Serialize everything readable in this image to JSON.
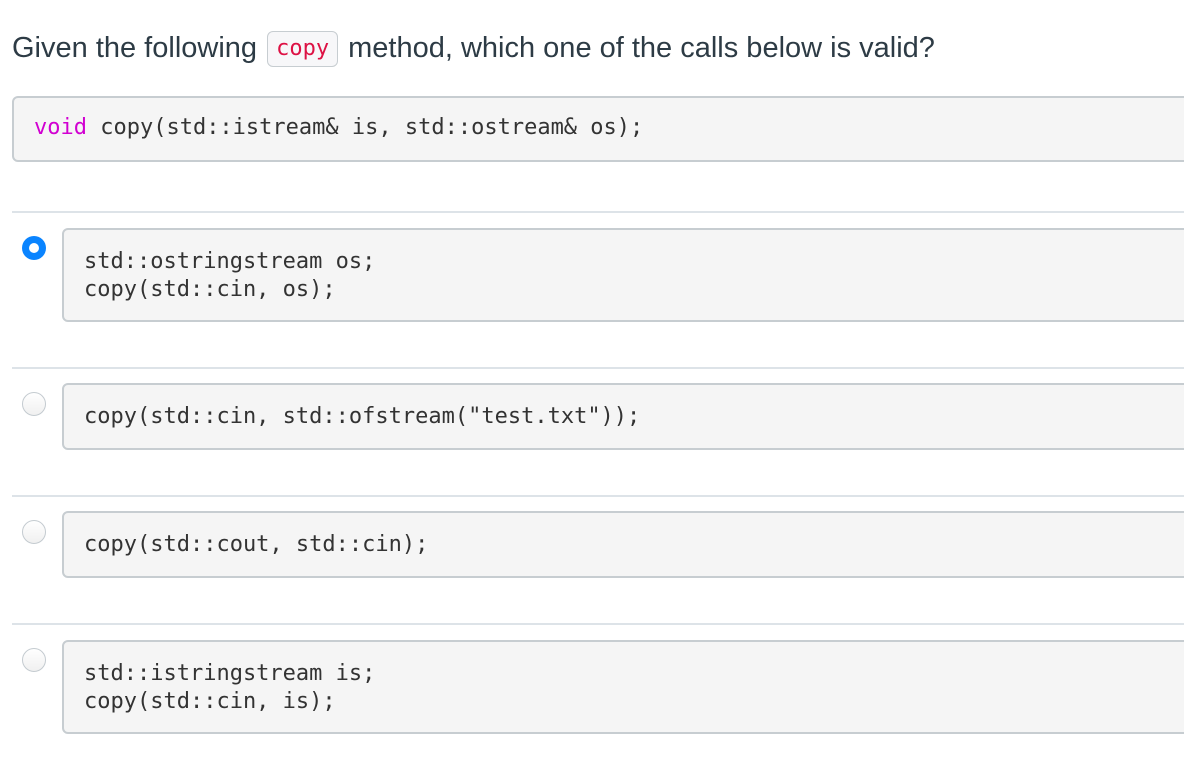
{
  "question": {
    "prefix": "Given the following",
    "code_term": "copy",
    "suffix": "method, which one of the calls below is valid?"
  },
  "signature": {
    "keyword": "void",
    "rest": " copy(std::istream& is, std::ostream& os);"
  },
  "options": [
    {
      "selected": true,
      "lines": [
        "std::ostringstream os;",
        "copy(std::cin, os);"
      ]
    },
    {
      "selected": false,
      "lines": [
        "copy(std::cin, std::ofstream(\"test.txt\"));"
      ]
    },
    {
      "selected": false,
      "lines": [
        "copy(std::cout, std::cin);"
      ]
    },
    {
      "selected": false,
      "lines": [
        "std::istringstream is;",
        "copy(std::cin, is);"
      ]
    }
  ],
  "colors": {
    "selected_radio": "#0a84ff",
    "keyword": "#d100d1",
    "inline_code": "#dd1144"
  }
}
